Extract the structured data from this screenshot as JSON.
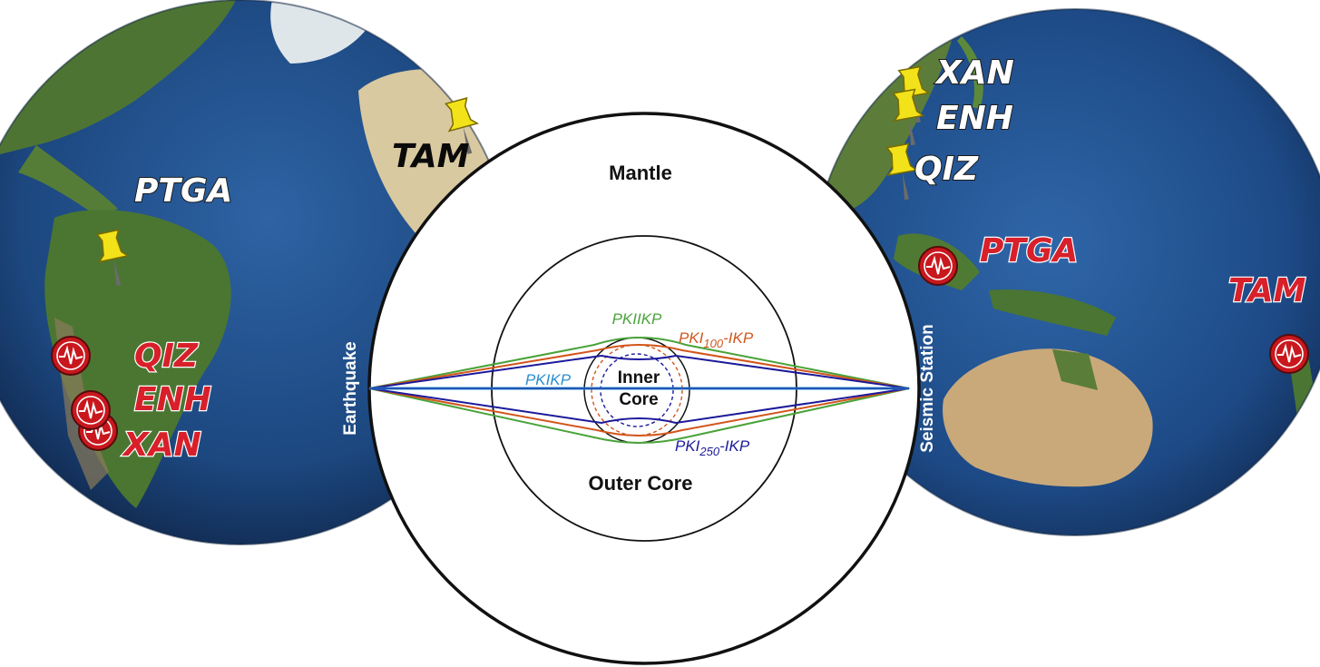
{
  "layers": {
    "mantle": "Mantle",
    "outer_core": "Outer Core",
    "inner_core_line1": "Inner",
    "inner_core_line2": "Core"
  },
  "endpoints": {
    "source": "Earthquake",
    "receiver": "Seismic Station"
  },
  "phases": {
    "pkiikp": "PKIIKP",
    "pkikp": "PKIKP",
    "pki100": {
      "base": "PKI",
      "sub": "100",
      "tail": "-IKP"
    },
    "pki250": {
      "base": "PKI",
      "sub": "250",
      "tail": "-IKP"
    }
  },
  "left_globe": {
    "stations": [
      "QIZ",
      "ENH",
      "XAN"
    ],
    "events": [
      "PTGA",
      "TAM"
    ]
  },
  "right_globe": {
    "stations": [
      "XAN",
      "ENH",
      "QIZ"
    ],
    "events": [
      "PTGA",
      "TAM"
    ]
  },
  "colors": {
    "ocean": "#1f4d86",
    "land_green": "#4f7a36",
    "desert": "#d9c9a0",
    "pkiikp": "#4aa33a",
    "pkikp": "#2a8fd0",
    "pki100": "#d2561c",
    "pki250": "#1c1a9a",
    "station_red": "#c8181e",
    "pin_yellow": "#f2e21a"
  },
  "icons": [
    "seismometer-icon",
    "push-pin-icon"
  ]
}
